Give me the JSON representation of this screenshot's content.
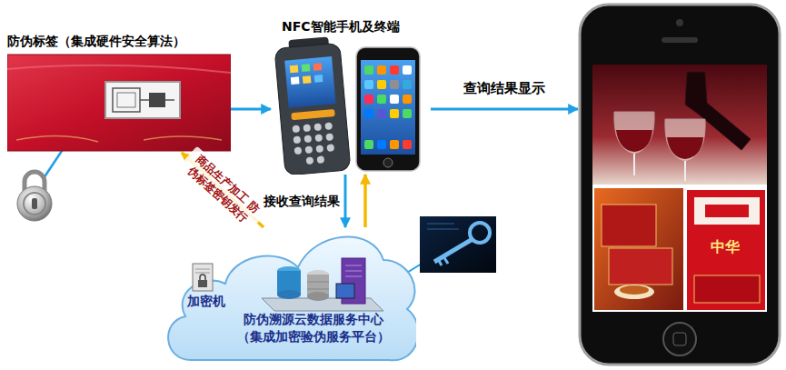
{
  "diagram": {
    "nodes": [
      {
        "text": [
          "防伪标签（集成硬件安全算法）"
        ]
      },
      {
        "text": [
          "NFC智能手机及终端"
        ]
      },
      {
        "text": [
          "中华"
        ]
      },
      {
        "text": [
          "防伪溯源云数据服务中心（集成加密验伪服务平台）"
        ]
      },
      {
        "text": [
          "加密机"
        ],
        "in": 3
      }
    ],
    "edges": [
      {
        "from": 0,
        "to": 1,
        "arrow": "to"
      },
      {
        "from": 1,
        "to": 2,
        "label": "查询结果显示",
        "arrow": "to"
      },
      {
        "from": 3,
        "to": 0,
        "label": "商品生产加工 防伪标签密钥发行",
        "arrow": "to"
      },
      {
        "from": 1,
        "to": 3,
        "label": "接收查询结果",
        "arrow": "to"
      },
      {
        "from": 3,
        "to": 1,
        "arrow": "to"
      }
    ]
  }
}
